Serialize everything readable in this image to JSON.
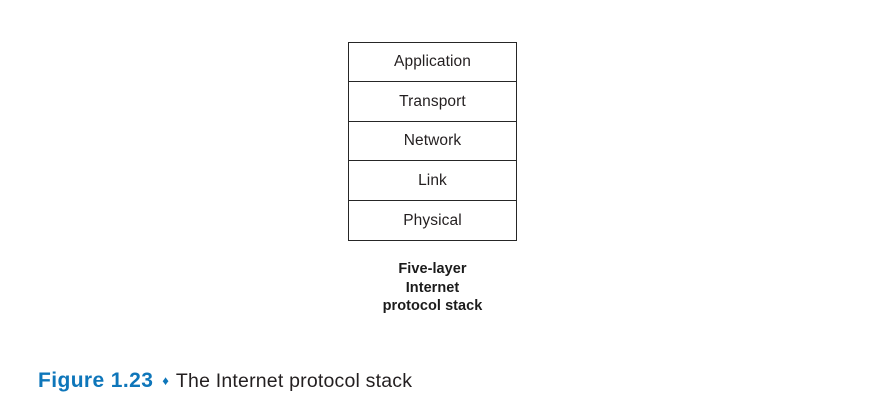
{
  "figure": {
    "number_label": "Figure 1.23",
    "separator_icon": "diamond-icon",
    "separator_glyph": "♦",
    "caption_text": "The Internet protocol stack",
    "number_color": "#0e76ba",
    "caption_color": "#231f20"
  },
  "stack": {
    "layers": [
      {
        "label": "Application"
      },
      {
        "label": "Transport"
      },
      {
        "label": "Network"
      },
      {
        "label": "Link"
      },
      {
        "label": "Physical"
      }
    ],
    "border_color": "#262626",
    "label_color": "#231f20",
    "caption_lines": [
      "Five-layer",
      "Internet",
      "protocol stack"
    ]
  },
  "page": {
    "background_color": "#ffffff"
  }
}
